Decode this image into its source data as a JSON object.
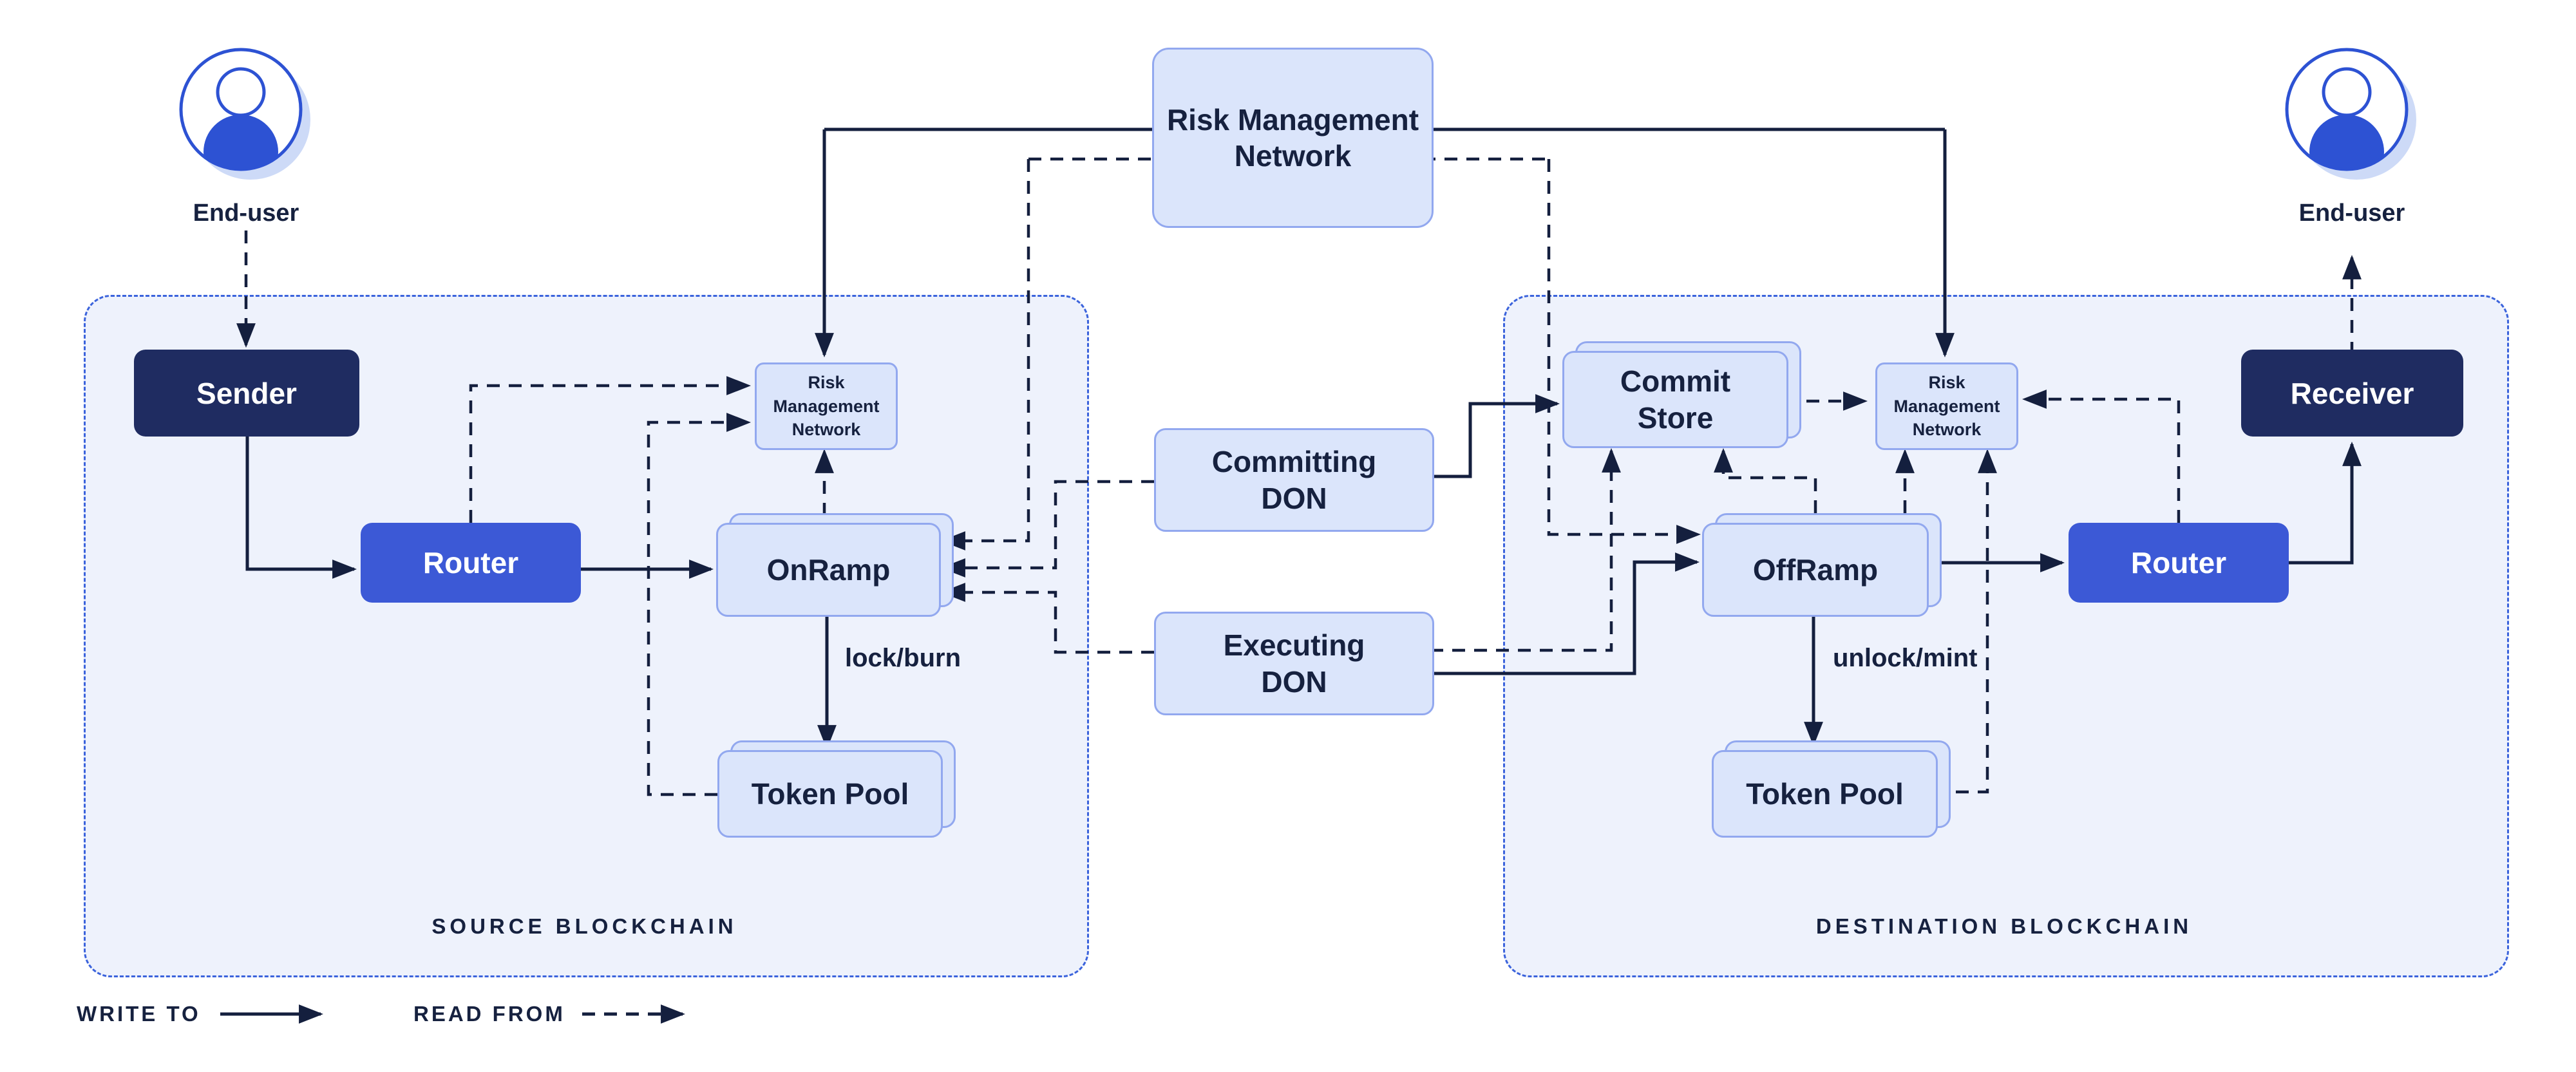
{
  "top": {
    "risk_management_network": "Risk Management\nNetwork"
  },
  "users": {
    "left_label": "End-user",
    "right_label": "End-user"
  },
  "source_chain": {
    "caption": "SOURCE BLOCKCHAIN",
    "sender": "Sender",
    "router": "Router",
    "rmn_contract": "Risk Management\nNetwork",
    "onramp": "OnRamp",
    "token_pool": "Token Pool",
    "transfer_label": "lock/burn"
  },
  "dons": {
    "committing": "Committing\nDON",
    "executing": "Executing\nDON"
  },
  "destination_chain": {
    "caption": "DESTINATION BLOCKCHAIN",
    "commit_store": "Commit\nStore",
    "rmn_contract": "Risk Management\nNetwork",
    "offramp": "OffRamp",
    "router": "Router",
    "receiver": "Receiver",
    "token_pool": "Token Pool",
    "transfer_label": "unlock/mint"
  },
  "legend": {
    "write_to": "WRITE TO",
    "read_from": "READ FROM"
  },
  "colors": {
    "navy_box": "#1f2c61",
    "router_blue": "#3c59d6",
    "light_box_fill": "#dbe5fb",
    "light_box_border": "#92a8ef",
    "container_fill": "#eef2fc",
    "container_border": "#3b63dc",
    "line": "#141f3e",
    "avatar_blue": "#2d52d3",
    "avatar_shadow": "#cddaf7"
  }
}
